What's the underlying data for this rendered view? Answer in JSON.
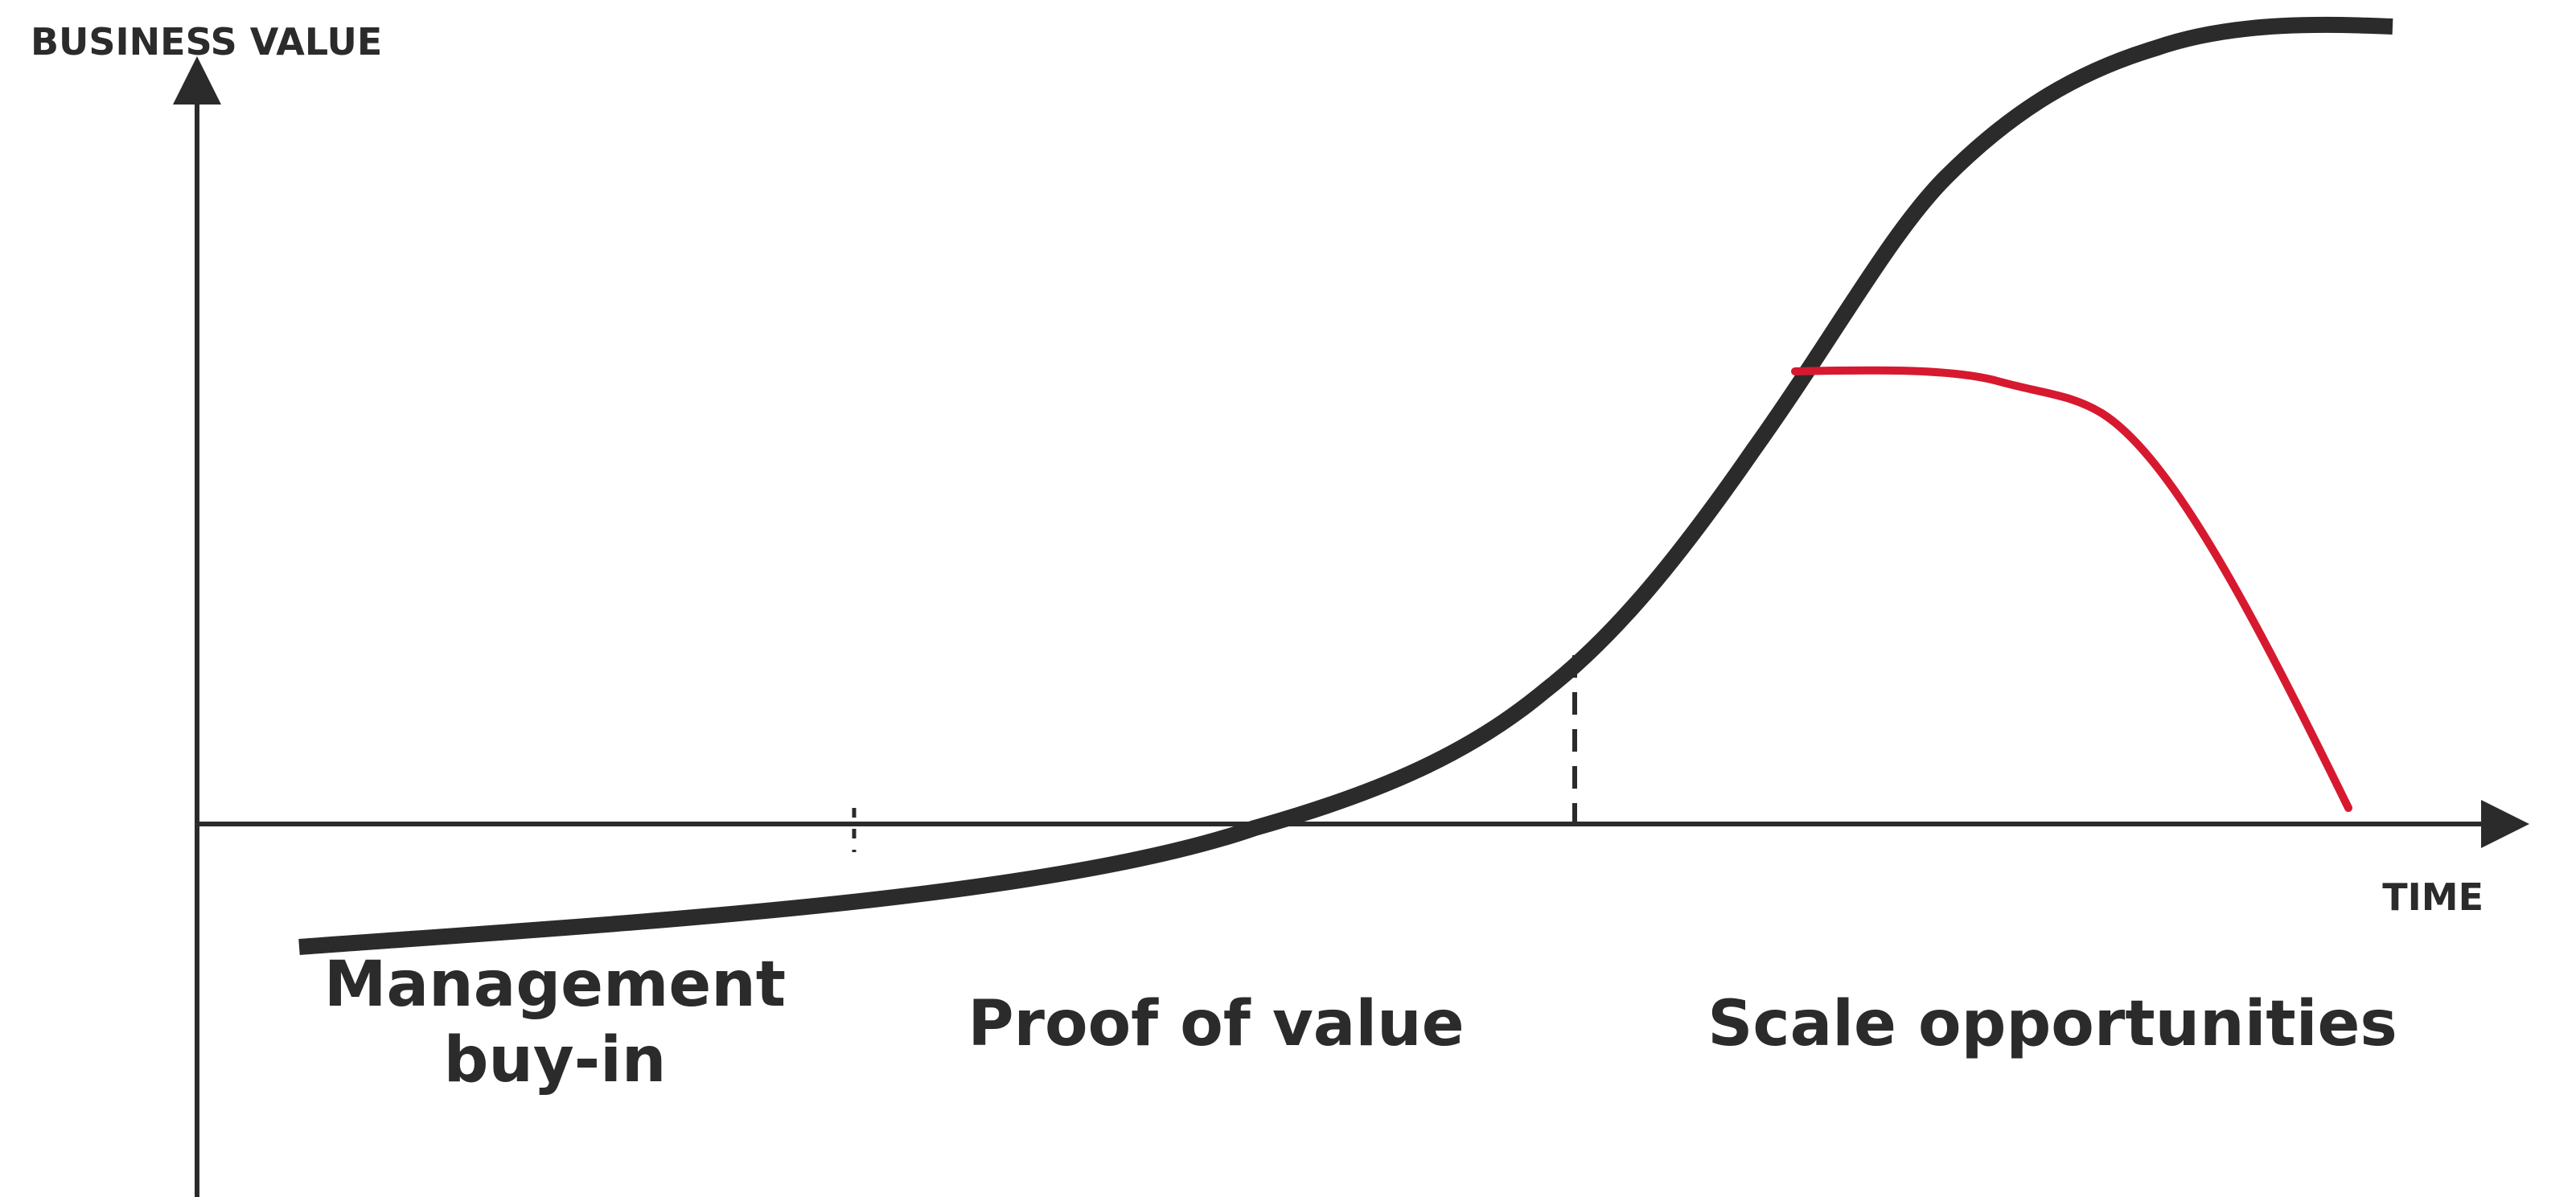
{
  "axes": {
    "y_label": "BUSINESS VALUE",
    "x_label": "TIME"
  },
  "phases": [
    {
      "lines": [
        "Management",
        "buy-in"
      ]
    },
    {
      "lines": [
        "Proof of value"
      ]
    },
    {
      "lines": [
        "Scale opportunities"
      ]
    }
  ],
  "colors": {
    "main_curve": "#2b2b2b",
    "decline_curve": "#d7192f",
    "axis": "#2b2b2b"
  }
}
